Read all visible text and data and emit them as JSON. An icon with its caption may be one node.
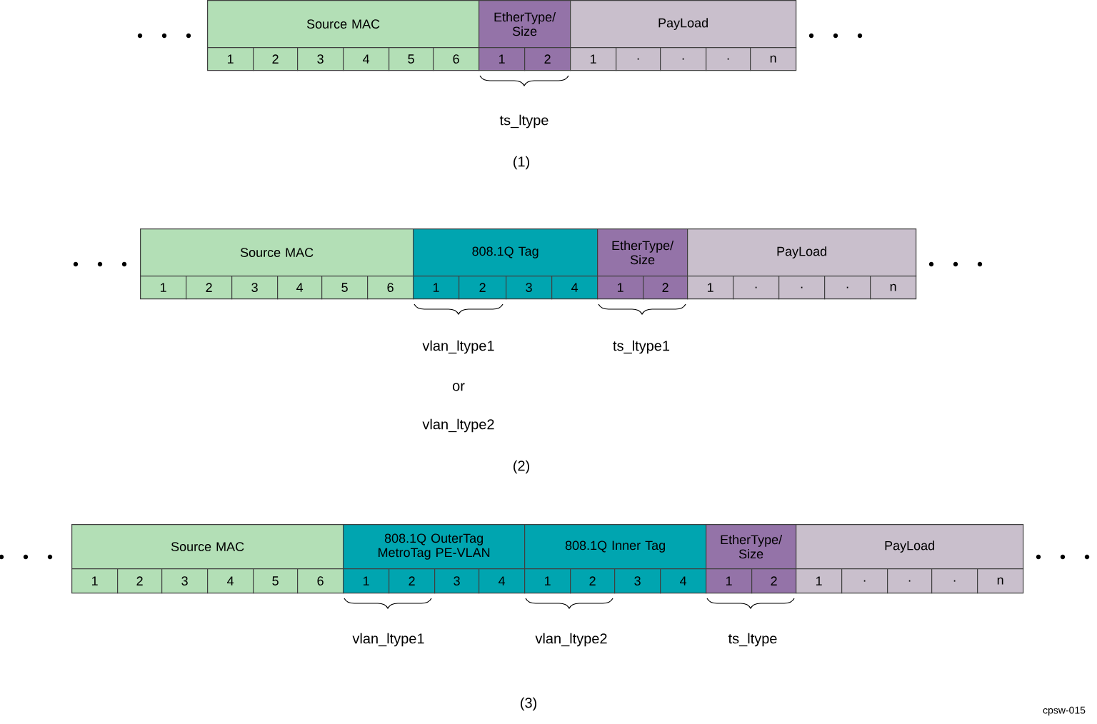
{
  "diagram": {
    "nodes": [
      {
        "text": [
          "Source MAC"
        ]
      },
      {
        "text": [
          "EtherType/ Size"
        ]
      },
      {
        "text": [
          "PayLoad"
        ]
      },
      {
        "text": [
          "1"
        ]
      },
      {
        "text": [
          "2"
        ]
      },
      {
        "text": [
          "3"
        ]
      },
      {
        "text": [
          "4"
        ]
      },
      {
        "text": [
          "5"
        ]
      },
      {
        "text": [
          "6"
        ]
      },
      {
        "text": [
          "1"
        ]
      },
      {
        "text": [
          "2"
        ]
      },
      {
        "text": [
          "1"
        ]
      },
      {
        "text": [
          "."
        ]
      },
      {
        "text": [
          "."
        ]
      },
      {
        "text": [
          "."
        ]
      },
      {
        "text": [
          "n"
        ]
      },
      {
        "text": [
          "Source MAC"
        ]
      },
      {
        "text": [
          "808.1Q Tag"
        ]
      },
      {
        "text": [
          "EtherType/ Size"
        ]
      },
      {
        "text": [
          "PayLoad"
        ]
      },
      {
        "text": [
          "1"
        ]
      },
      {
        "text": [
          "2"
        ]
      },
      {
        "text": [
          "3"
        ]
      },
      {
        "text": [
          "4"
        ]
      },
      {
        "text": [
          "5"
        ]
      },
      {
        "text": [
          "6"
        ]
      },
      {
        "text": [
          "1"
        ]
      },
      {
        "text": [
          "2"
        ]
      },
      {
        "text": [
          "3"
        ]
      },
      {
        "text": [
          "4"
        ]
      },
      {
        "text": [
          "1"
        ]
      },
      {
        "text": [
          "2"
        ]
      },
      {
        "text": [
          "1"
        ]
      },
      {
        "text": [
          "."
        ]
      },
      {
        "text": [
          "."
        ]
      },
      {
        "text": [
          "."
        ]
      },
      {
        "text": [
          "n"
        ]
      },
      {
        "text": [
          "Source MAC"
        ]
      },
      {
        "text": [
          "808.1Q OuterTag MetroTag PE-VLAN"
        ]
      },
      {
        "text": [
          "808.1Q Inner Tag"
        ]
      },
      {
        "text": [
          "EtherType/ Size"
        ]
      },
      {
        "text": [
          "PayLoad"
        ]
      },
      {
        "text": [
          "1"
        ]
      },
      {
        "text": [
          "2"
        ]
      },
      {
        "text": [
          "3"
        ]
      },
      {
        "text": [
          "4"
        ]
      },
      {
        "text": [
          "5"
        ]
      },
      {
        "text": [
          "6"
        ]
      },
      {
        "text": [
          "1"
        ]
      },
      {
        "text": [
          "2"
        ]
      },
      {
        "text": [
          "3"
        ]
      },
      {
        "text": [
          "4"
        ]
      },
      {
        "text": [
          "1"
        ]
      },
      {
        "text": [
          "2"
        ]
      },
      {
        "text": [
          "3"
        ]
      },
      {
        "text": [
          "4"
        ]
      },
      {
        "text": [
          "1"
        ]
      },
      {
        "text": [
          "2"
        ]
      },
      {
        "text": [
          "1"
        ]
      },
      {
        "text": [
          "."
        ]
      },
      {
        "text": [
          "."
        ]
      },
      {
        "text": [
          "."
        ]
      },
      {
        "text": [
          "n"
        ]
      }
    ],
    "labels": [
      "ts_ltype",
      "(1)",
      "vlan_ltype1",
      "ts_ltype1",
      "or",
      "vlan_ltype2",
      "(2)",
      "vlan_ltype1",
      "vlan_ltype2",
      "ts_ltype",
      "(3)",
      "cpsw-015"
    ]
  }
}
